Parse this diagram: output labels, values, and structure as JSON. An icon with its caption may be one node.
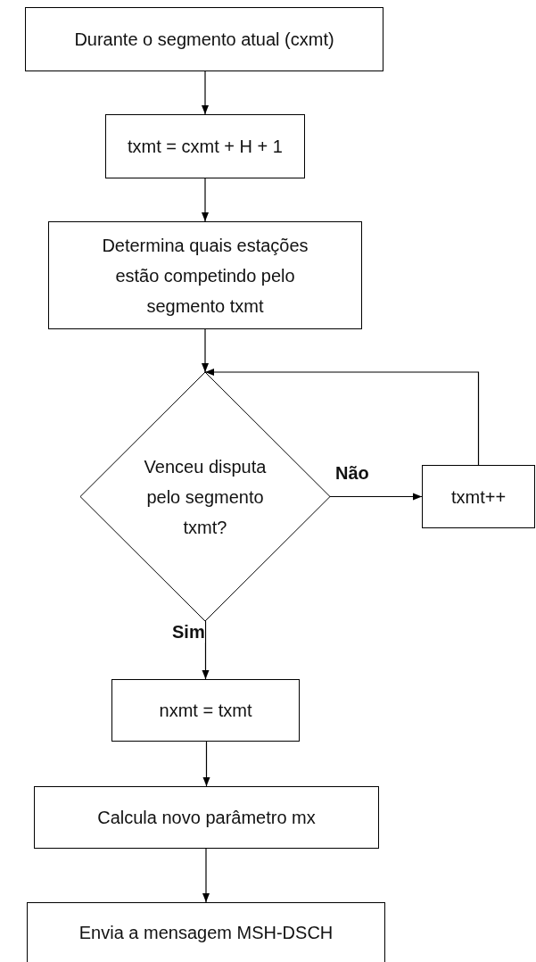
{
  "diagram": {
    "nodes": [
      {
        "text": [
          "Durante o segmento atual (cxmt)"
        ]
      },
      {
        "text": [
          "txmt = cxmt + H + 1"
        ]
      },
      {
        "text": [
          "Determina quais estações estão competindo pelo segmento txmt"
        ]
      },
      {
        "text": [
          "Venceu disputa pelo segmento txmt?"
        ]
      },
      {
        "text": [
          "txmt++"
        ]
      },
      {
        "text": [
          "nxmt = txmt"
        ]
      },
      {
        "text": [
          "Calcula novo parâmetro mx"
        ]
      },
      {
        "text": [
          "Envia a mensagem MSH-DSCH"
        ]
      }
    ],
    "edges": [
      {
        "from": 0,
        "to": 1,
        "arrow": "to"
      },
      {
        "from": 1,
        "to": 2,
        "arrow": "to"
      },
      {
        "from": 2,
        "to": 3,
        "arrow": "to"
      },
      {
        "from": 3,
        "to": 4,
        "arrow": "to",
        "label": "Não"
      },
      {
        "from": 4,
        "to": 3,
        "arrow": "to"
      },
      {
        "from": 3,
        "to": 5,
        "arrow": "to",
        "label": "Sim"
      },
      {
        "from": 5,
        "to": 6,
        "arrow": "to"
      },
      {
        "from": 6,
        "to": 7,
        "arrow": "to"
      }
    ]
  }
}
